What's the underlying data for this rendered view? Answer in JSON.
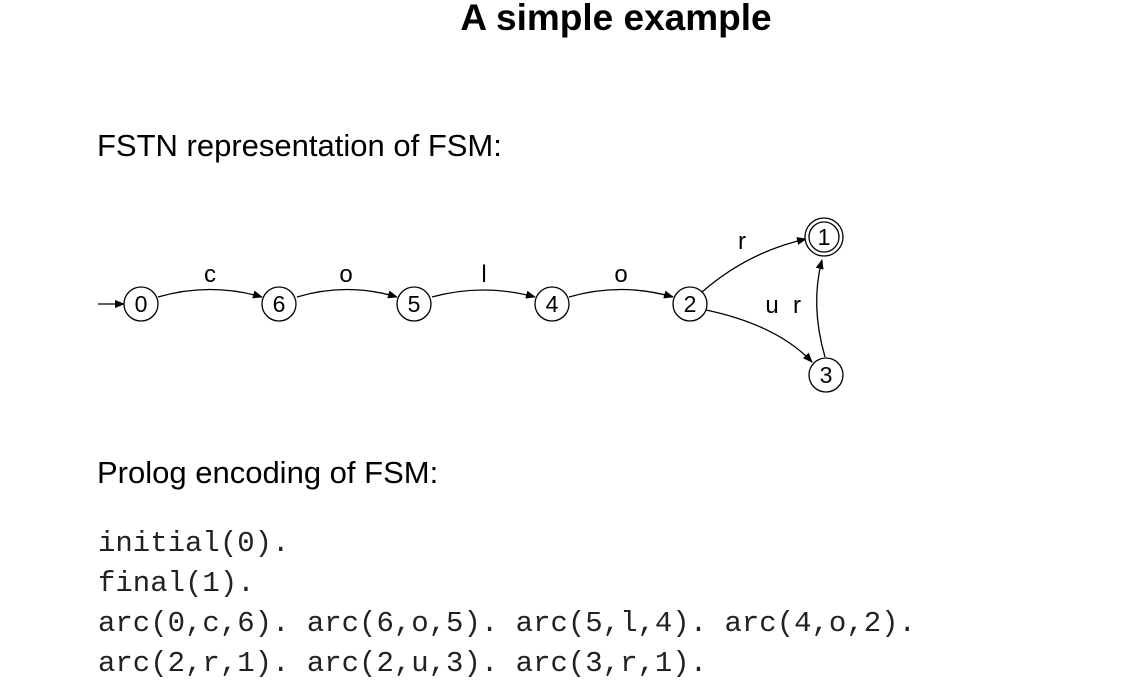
{
  "title": "A simple example",
  "fstn_heading": "FSTN representation of FSM:",
  "prolog_heading": "Prolog encoding of FSM:",
  "states": [
    {
      "id": "s0",
      "label": "0",
      "initial": true,
      "final": false
    },
    {
      "id": "s6",
      "label": "6",
      "initial": false,
      "final": false
    },
    {
      "id": "s5",
      "label": "5",
      "initial": false,
      "final": false
    },
    {
      "id": "s4",
      "label": "4",
      "initial": false,
      "final": false
    },
    {
      "id": "s2",
      "label": "2",
      "initial": false,
      "final": false
    },
    {
      "id": "s1",
      "label": "1",
      "initial": false,
      "final": true
    },
    {
      "id": "s3",
      "label": "3",
      "initial": false,
      "final": false
    }
  ],
  "arcs": [
    {
      "from": "0",
      "to": "6",
      "label": "c"
    },
    {
      "from": "6",
      "to": "5",
      "label": "o"
    },
    {
      "from": "5",
      "to": "4",
      "label": "l"
    },
    {
      "from": "4",
      "to": "2",
      "label": "o"
    },
    {
      "from": "2",
      "to": "1",
      "label": "r"
    },
    {
      "from": "2",
      "to": "3",
      "label": "u"
    },
    {
      "from": "3",
      "to": "1",
      "label": "r"
    }
  ],
  "code_lines": [
    "initial(0).",
    "final(1).",
    "arc(0,c,6). arc(6,o,5). arc(5,l,4). arc(4,o,2).",
    "arc(2,r,1). arc(2,u,3). arc(3,r,1)."
  ]
}
